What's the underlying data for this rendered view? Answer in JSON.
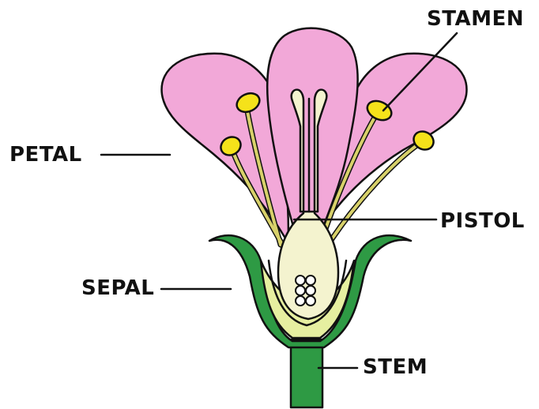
{
  "labels": {
    "stamen": "STAMEN",
    "petal": "PETAL",
    "pistol": "PISTOL",
    "sepal": "SEPAL",
    "stem": "STEM"
  },
  "colors": {
    "petal": "#f2a8d8",
    "sepal": "#2e9a44",
    "receptacle_inner": "#e6efa0",
    "pistil": "#f4f3cf",
    "filament": "#d8d16a",
    "anther": "#f5e21a",
    "outline": "#111111",
    "background": "#ffffff"
  }
}
